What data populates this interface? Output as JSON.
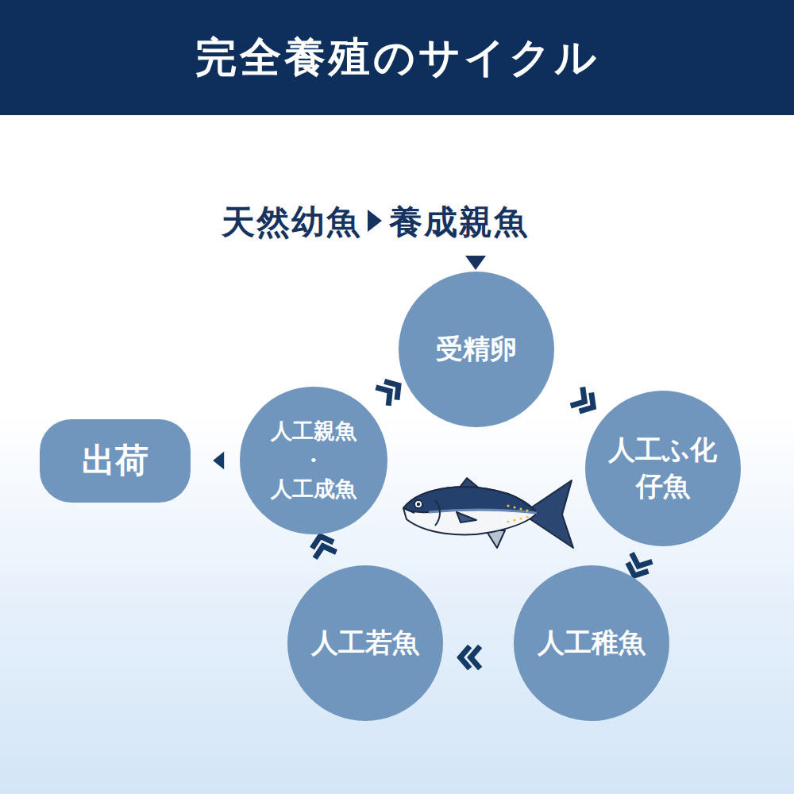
{
  "diagram": {
    "title": "完全養殖のサイクル",
    "nodes": [
      {
        "text": [
          "受精卵"
        ]
      },
      {
        "text": [
          "人工ふ化 仔魚"
        ]
      },
      {
        "text": [
          "人工稚魚"
        ]
      },
      {
        "text": [
          "人工若魚"
        ]
      },
      {
        "text": [
          "人工親魚 ・ 人工成魚"
        ]
      },
      {
        "text": [
          "出荷"
        ]
      }
    ],
    "edges": [
      {
        "from": 0,
        "to": 1,
        "arrow": "to"
      },
      {
        "from": 1,
        "to": 2,
        "arrow": "to"
      },
      {
        "from": 2,
        "to": 3,
        "arrow": "to"
      },
      {
        "from": 3,
        "to": 4,
        "arrow": "to"
      },
      {
        "from": 4,
        "to": 0,
        "arrow": "to"
      },
      {
        "from": 4,
        "to": 5,
        "arrow": "to"
      }
    ],
    "labels": [
      "天然幼魚",
      "養成親魚"
    ]
  }
}
